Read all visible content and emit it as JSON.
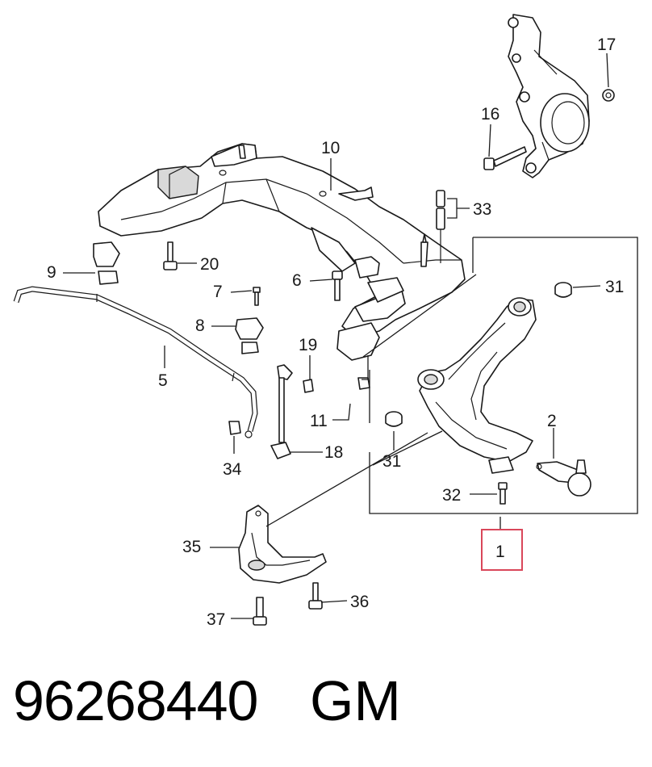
{
  "diagram": {
    "labels": {
      "l1": "1",
      "l2": "2",
      "l5": "5",
      "l6": "6",
      "l7": "7",
      "l8": "8",
      "l9": "9",
      "l10": "10",
      "l11": "11",
      "l16": "16",
      "l17": "17",
      "l18": "18",
      "l19": "19",
      "l20": "20",
      "l31a": "31",
      "l31b": "31",
      "l32": "32",
      "l33": "33",
      "l34": "34",
      "l35": "35",
      "l36": "36",
      "l37": "37"
    },
    "highlight_color": "#d9475a"
  },
  "footer": {
    "part_number": "96268440",
    "brand": "GM"
  }
}
